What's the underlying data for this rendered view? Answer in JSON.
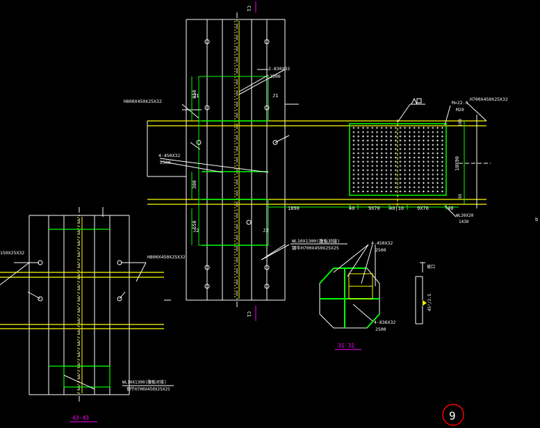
{
  "colors": {
    "background": "#000000",
    "column_lines": "#ffffff",
    "centerline": "#ffffff",
    "plates": "#ffff00",
    "welds": "#00ff00",
    "dimensions": "#00ff00",
    "section_labels": "#ff00ff",
    "annotation_text": "#ffffff",
    "sheet_circle": "#ff0000"
  },
  "drawing": {
    "top_axis_label": "C1",
    "bottom_axis_label": "C1",
    "right_edge_label": "b",
    "sheet_number": "9",
    "main_annotations": {
      "beam_left": "H800X450X25X32",
      "beam_right": "H700X450X25X32",
      "stiff_top": "2-830X32",
      "stiff_top_sub": "2500",
      "plate_left": "4-450X32",
      "plate_left_sub": "2500",
      "plate_note_1": "WL10X1300(腹板对接)",
      "plate_note_2": "钢牛H700X450X25X25",
      "weld_top_left": "J1",
      "weld_top_right": "J1",
      "weld_mid_left": "J2",
      "weld_mid_right": "J2",
      "bolt_note": "M=22.0",
      "bolt_note_sub": "M20",
      "bolt_grid_label": "10X90",
      "dim_650_top": "650",
      "dim_300": "300",
      "dim_650_bot": "650",
      "dim_190": "190",
      "dim_95": "95",
      "dim_1890": "1890",
      "dim_40_a": "40",
      "dim_9x70_a": "9X70",
      "dim_40_b": "40|10",
      "dim_9x70_b": "9X70",
      "dim_40_c": "40",
      "end_note_1": "WL20X20",
      "end_note_2": "1430"
    },
    "section_31": {
      "label": "31-31",
      "note_top": "4-450X32",
      "note_top_sub": "2500",
      "note_bottom": "4-836X32",
      "note_bottom_sub": "2500"
    },
    "section_43": {
      "label": "43-43",
      "beam_left": "150X25X32",
      "beam_right": "H800X450X25X32",
      "note_1": "WL10X1300(腹板对接)",
      "note_2": "钢牛H700X450X25X25"
    },
    "detail": {
      "label_top": "坡口",
      "label_side": "45°/2.5"
    }
  }
}
